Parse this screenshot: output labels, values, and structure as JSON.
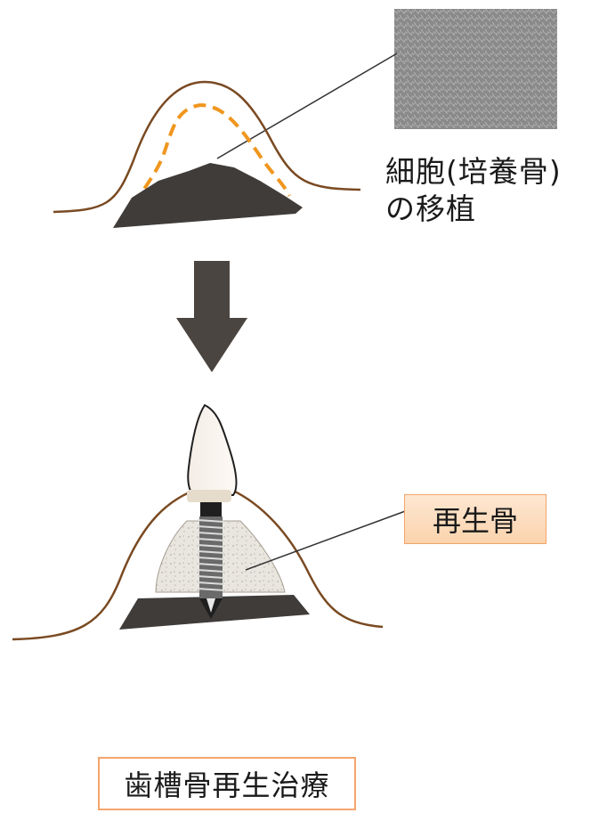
{
  "labels": {
    "cell_transplant_line1": "細胞(培養骨)",
    "cell_transplant_line2": "の移植",
    "regenerated_bone": "再生骨",
    "treatment_title": "歯槽骨再生治療"
  },
  "colors": {
    "gum_outline": "#7a4a22",
    "bone_dark": "#3f3c3a",
    "dashed_outline": "#f0961e",
    "arrow": "#4a4541",
    "accent_border": "#f4a46b",
    "leader_line": "#333333"
  },
  "icons": {
    "cell_micrograph": "cell-culture-micrograph",
    "tooth": "tooth-crown",
    "implant": "dental-implant-screw",
    "arrow": "down-arrow"
  }
}
